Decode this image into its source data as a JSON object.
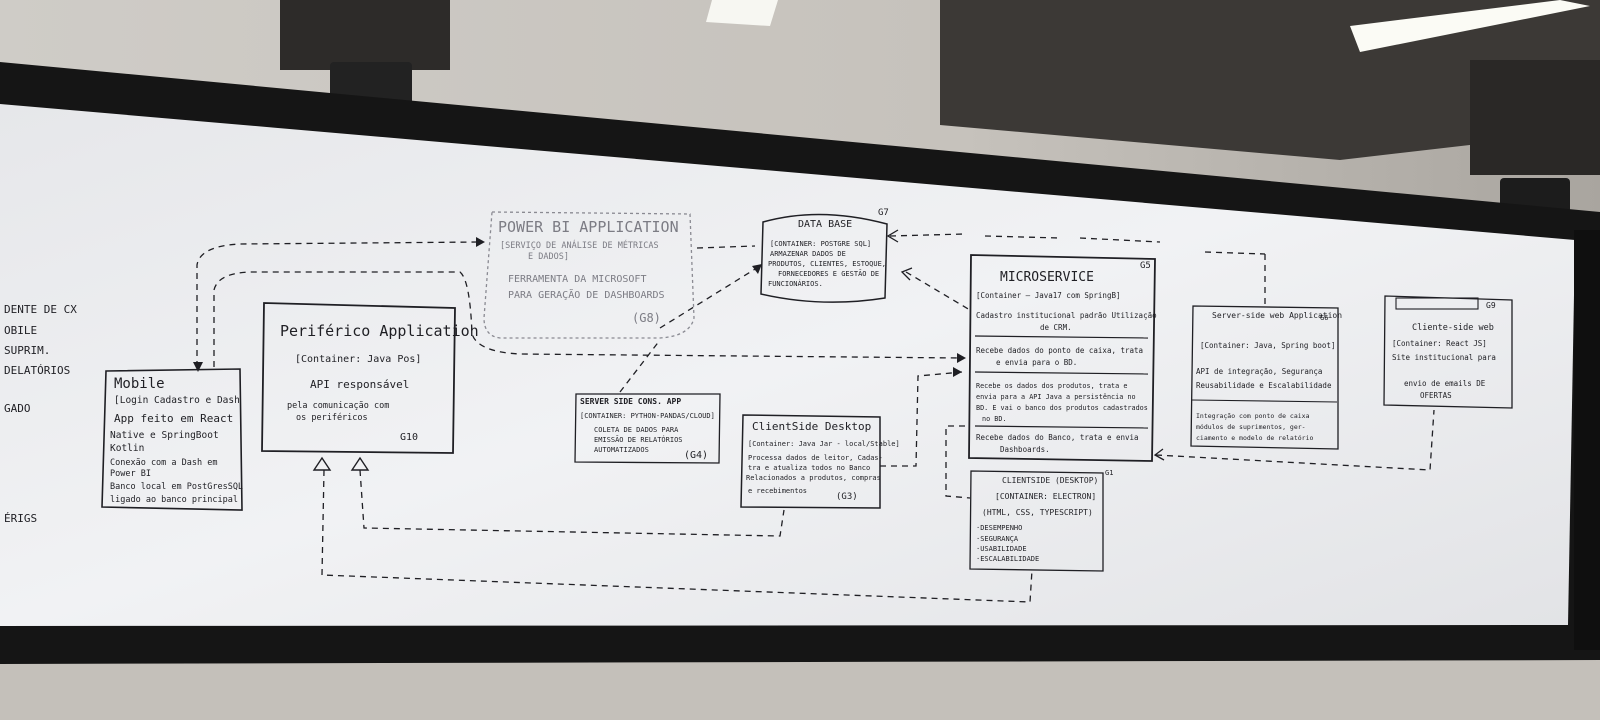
{
  "colors": {
    "wall": "#c9c6c1",
    "ceiling": "#4a4744",
    "board": "#ecedef",
    "frame": "#141414",
    "ink": "#1f1f24",
    "faint_ink": "#7c7c84"
  },
  "left_edge_text": [
    "DENTE DE CX",
    "OBILE",
    "SUPRIM.",
    "DELATÓRIOS",
    "GADO",
    "ÉRIGS"
  ],
  "boxes": {
    "mobile": {
      "title": "Mobile",
      "lines": [
        "[Login Cadastro e Dash",
        "App feito em React",
        "Native e SpringBoot",
        "Kotlin",
        "Conexão com a Dash em",
        "Power BI",
        "Banco local em PostGresSQL",
        "ligado ao banco principal"
      ]
    },
    "periferico": {
      "title": "Periférico Application",
      "lines": [
        "[Container: Java Pos]",
        "API responsável",
        "pela comunicação com",
        "os periféricos"
      ],
      "tag": "G10"
    },
    "powerbi": {
      "title": "POWER BI APPLICATION",
      "lines": [
        "[SERVIÇO DE ANÁLISE DE MÉTRICAS",
        "E DADOS]",
        "FERRAMENTA DA MICROSOFT",
        "PARA GERAÇÃO DE DASHBOARDS"
      ],
      "tag": "(G8)"
    },
    "database": {
      "title": "DATA BASE",
      "tag": "G7",
      "lines": [
        "[CONTAINER: POSTGRE SQL]",
        "ARMAZENAR DADOS DE",
        "PRODUTOS, CLIENTES, ESTOQUE,",
        "FORNECEDORES E GESTÃO DE",
        "FUNCIONÁRIOS."
      ]
    },
    "serverside": {
      "title": "SERVER SIDE CONS. APP",
      "lines": [
        "[CONTAINER: PYTHON-PANDAS/CLOUD]",
        "COLETA DE DADOS PARA",
        "EMISSÃO DE RELATÓRIOS",
        "AUTOMATIZADOS"
      ],
      "tag": "(G4)"
    },
    "clientdesktop": {
      "title": "ClientSide Desktop",
      "lines": [
        "[Container: Java Jar - local/Stable]",
        "Processa dados de leitor, Cadas-",
        "tra e atualiza todos no Banco",
        "Relacionados a produtos, compras",
        "e recebimentos"
      ],
      "tag": "(G3)"
    },
    "microservice": {
      "title": "MICROSERVICE",
      "tag": "G5",
      "lines": [
        "[Container — Java17 com SpringB]",
        "Cadastro institucional padrão Utilização",
        "de CRM.",
        "Recebe dados do ponto de caixa, trata",
        "e envia para o BD.",
        "Recebe os dados dos produtos, trata e",
        "envia para a API Java a persistência no",
        "BD. E vai o banco dos produtos cadastrados",
        "no BD.",
        "Recebe dados do Banco, trata e envia",
        "Dashboards."
      ]
    },
    "clientelectron": {
      "title": "CLIENTSIDE (DESKTOP)",
      "tag": "G1",
      "lines": [
        "[CONTAINER: ELECTRON]",
        "(HTML, CSS, TYPESCRIPT)",
        "·DESEMPENHO",
        "·SEGURANÇA",
        "·USABILIDADE",
        "·ESCALABILIDADE"
      ]
    },
    "serverweb": {
      "title": "Server-side web Application",
      "tag": "G6",
      "lines": [
        "[Container: Java, Spring boot]",
        "API de integração, Segurança",
        "Reusabilidade e Escalabilidade",
        "Integração com ponto de caixa",
        "módulos de suprimentos, ger-",
        "ciamento e modelo de relatório"
      ]
    },
    "clientweb": {
      "title": "Cliente-side web",
      "tag": "G9",
      "lines": [
        "[Container: React JS]",
        "Site institucional para",
        "envio de emails DE",
        "OFERTAS"
      ]
    }
  }
}
